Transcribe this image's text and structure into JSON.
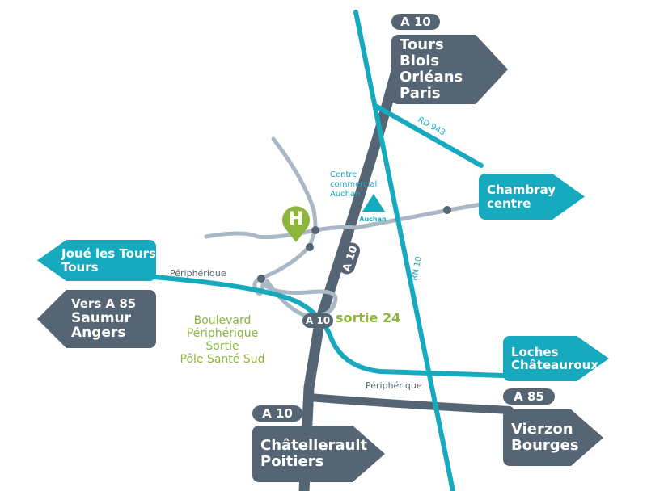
{
  "colors": {
    "teal": "#17a9bd",
    "dark": "#566573",
    "light_road": "#a9b8c4",
    "green": "#8cb63c"
  },
  "signs": {
    "north": {
      "badge": "A 10",
      "lines": [
        "Tours",
        "Blois",
        "Orléans",
        "Paris"
      ]
    },
    "chambray": {
      "lines": [
        "Chambray",
        "centre"
      ]
    },
    "joue": {
      "lines": [
        "Joué les Tours",
        "Tours"
      ]
    },
    "saumur": {
      "lines": [
        "Vers A 85",
        "Saumur",
        "Angers"
      ]
    },
    "loches": {
      "lines": [
        "Loches",
        "Châteauroux"
      ]
    },
    "vierzon": {
      "badge": "A 85",
      "lines": [
        "Vierzon",
        "Bourges"
      ]
    },
    "chatellerault": {
      "badge": "A 10",
      "lines": [
        "Châtellerault",
        "Poitiers"
      ]
    }
  },
  "labels": {
    "rd943": "RD 943",
    "rn10": "RN 10",
    "a10_road": "A 10",
    "peripherique_west": "Périphérique",
    "peripherique_east": "Périphérique",
    "a10_exit_badge": "A 10",
    "exit_name": "sortie 24",
    "exit_desc": [
      "Boulevard Périphérique",
      "Sortie",
      "Pôle Santé Sud"
    ],
    "auchan_centre": [
      "Centre",
      "commercial",
      "Auchan"
    ],
    "auchan_logo": "Auchan",
    "hospital": "H"
  }
}
